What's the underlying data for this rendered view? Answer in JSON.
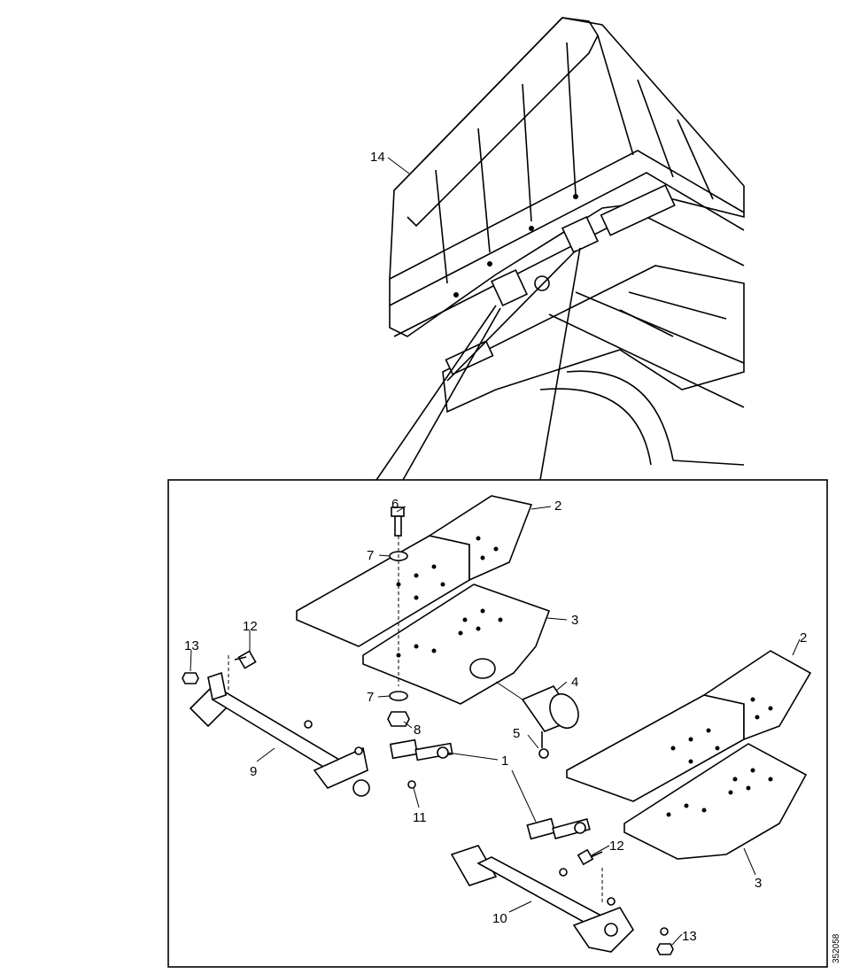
{
  "labels": {
    "l1a": "1",
    "l1b": "1",
    "l2a": "2",
    "l2b": "2",
    "l3a": "3",
    "l3b": "3",
    "l4": "4",
    "l5": "5",
    "l6": "6",
    "l7a": "7",
    "l7b": "7",
    "l8": "8",
    "l9": "9",
    "l10": "10",
    "l11": "11",
    "l12a": "12",
    "l12b": "12",
    "l13a": "13",
    "l13b": "13",
    "l14": "14"
  },
  "figure_code": "352058"
}
